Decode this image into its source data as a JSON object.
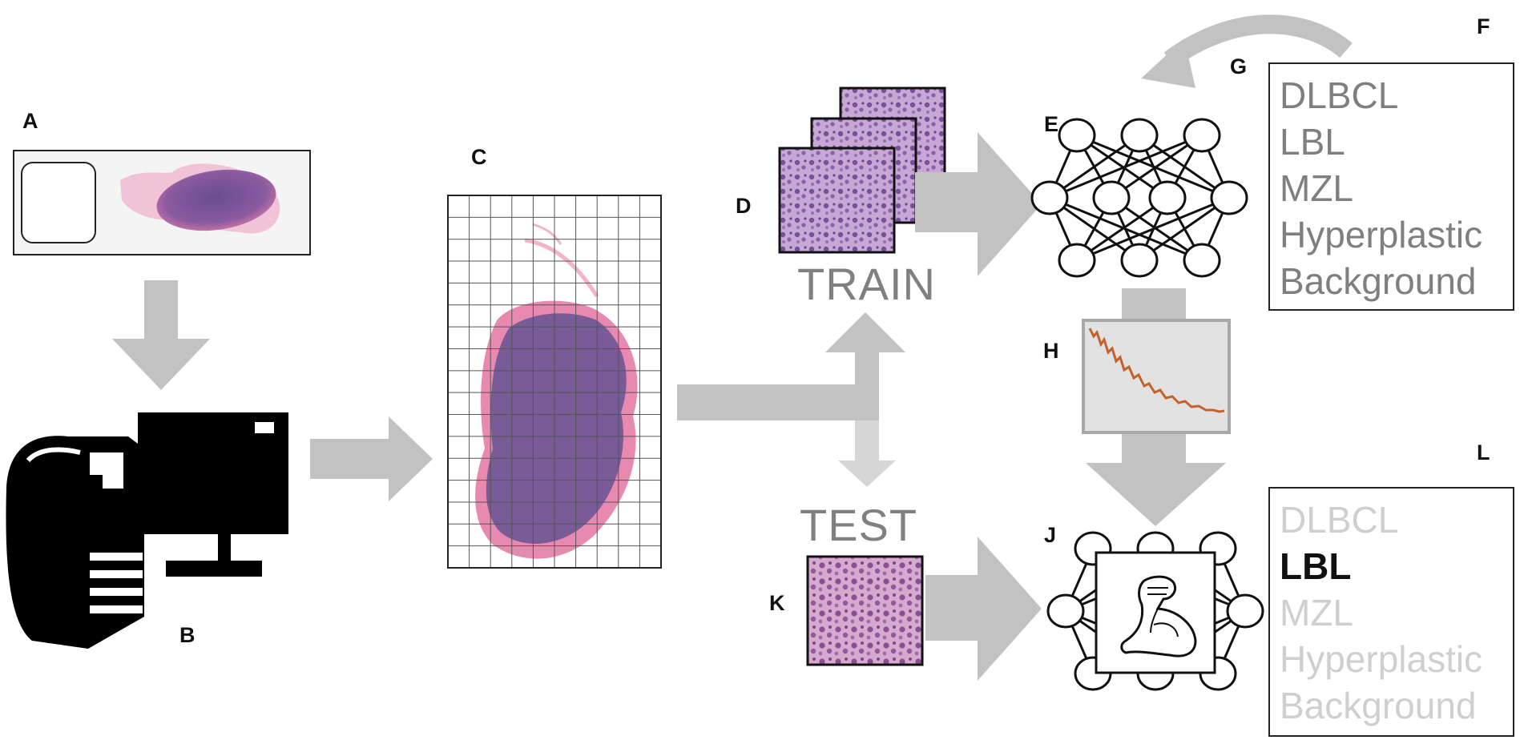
{
  "labels": {
    "a": "A",
    "b": "B",
    "c": "C",
    "d": "D",
    "e": "E",
    "f": "F",
    "g": "G",
    "h": "H",
    "j": "J",
    "k": "K",
    "l": "L"
  },
  "stages": {
    "train": "TRAIN",
    "test": "TEST"
  },
  "classes_f": [
    "DLBCL",
    "LBL",
    "MZL",
    "Hyperplastic",
    "Background"
  ],
  "classes_l": [
    "DLBCL",
    "LBL",
    "MZL",
    "Hyperplastic",
    "Background"
  ],
  "selected_l": 1,
  "colors": {
    "arrow": "#bdbdbd",
    "arrow_light": "#d4d4d4",
    "tissue": "#8a5aa0",
    "tissue_pink": "#e88ab0",
    "loss_curve": "#c4622d",
    "patch": "#b793c4"
  },
  "icons": [
    "slide",
    "scanner",
    "grid-slide",
    "patches",
    "neural-net",
    "loss-curve",
    "strong-arm-icon"
  ]
}
